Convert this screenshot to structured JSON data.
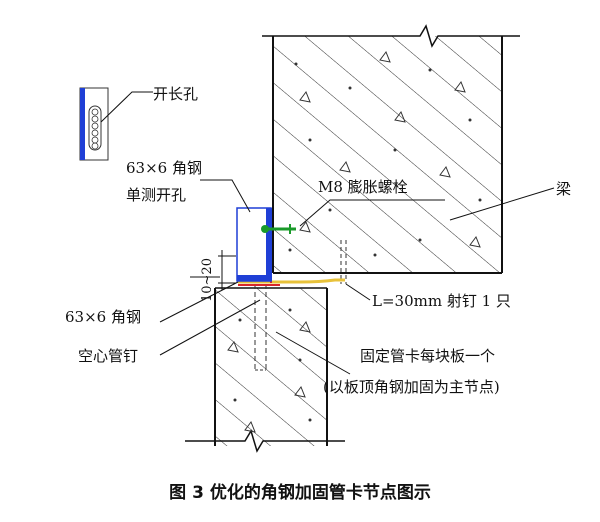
{
  "labels": {
    "slot": "开长孔",
    "angle_top_1": "63×6 角钢",
    "angle_top_2": "单测开孔",
    "bolt": "M8 膨胀螺栓",
    "beam": "梁",
    "gap": "10~20",
    "angle_bottom": "63×6 角钢",
    "nail": "L=30mm 射钉 1 只",
    "hollow_nail": "空心管钉",
    "clamp_1": "固定管卡每块板一个",
    "clamp_2": "(以板顶角钢加固为主节点)"
  },
  "caption": "图 3  优化的角钢加固管卡节点图示",
  "colors": {
    "angle_blue": "#1f3fd6",
    "bolt_green": "#1a9a2a",
    "red_mark": "#d8262a",
    "pipe_yellow": "#e8c23a",
    "hatch": "#333333"
  }
}
